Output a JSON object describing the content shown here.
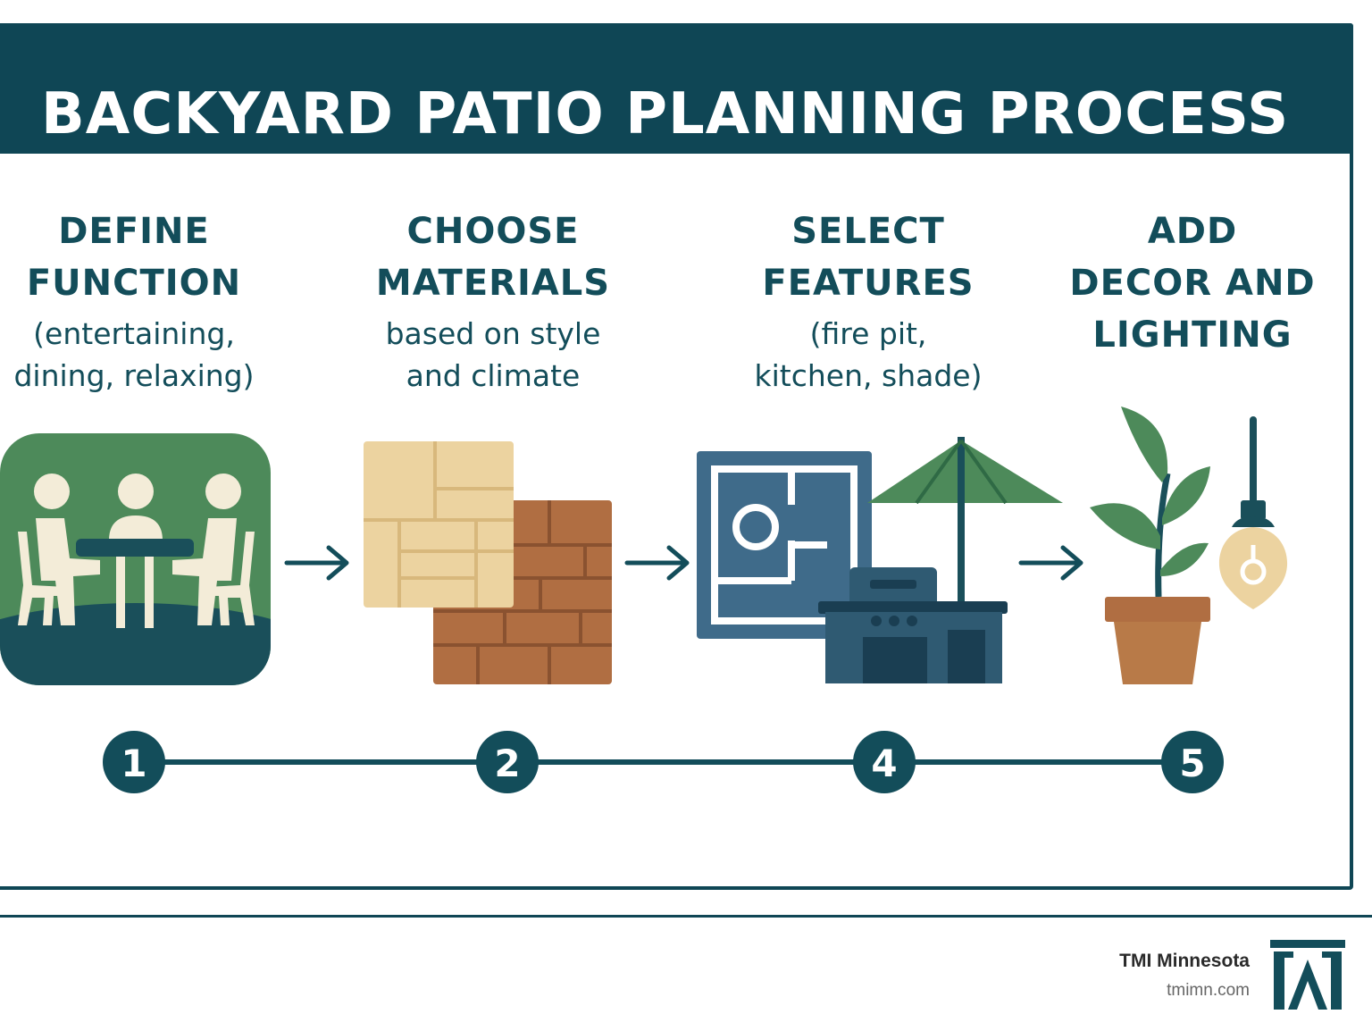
{
  "header": {
    "title": "BACKYARD PATIO PLANNING PROCESS"
  },
  "steps": [
    {
      "heading_1": "DEFINE",
      "heading_2": "FUNCTION",
      "sub_1": "(entertaining,",
      "sub_2": "dining, relaxing)",
      "icon": "people-at-table-icon"
    },
    {
      "heading_1": "CHOOSE",
      "heading_2": "MATERIALS",
      "sub_1": "based on style",
      "sub_2": "and climate",
      "icon": "paving-materials-icon"
    },
    {
      "heading_1": "SELECT",
      "heading_2": "FEATURES",
      "sub_1": "(fire pit,",
      "sub_2": "kitchen, shade)",
      "icon": "patio-features-icon"
    },
    {
      "heading_1": "ADD",
      "heading_2": "DECOR AND",
      "heading_3": "LIGHTING",
      "icon": "plant-and-lamp-icon"
    }
  ],
  "timeline": {
    "numbers": [
      "1",
      "2",
      "4",
      "5"
    ]
  },
  "footer": {
    "brand_name": "TMI Minnesota",
    "brand_url": "tmimn.com",
    "logo_icon": "tmi-logo-icon"
  },
  "colors": {
    "primary": "#0f4655",
    "text": "#134d5a",
    "green": "#4d8a5a",
    "tan": "#ecd3a0",
    "brick": "#b06e42",
    "blue": "#3f6b8a"
  }
}
